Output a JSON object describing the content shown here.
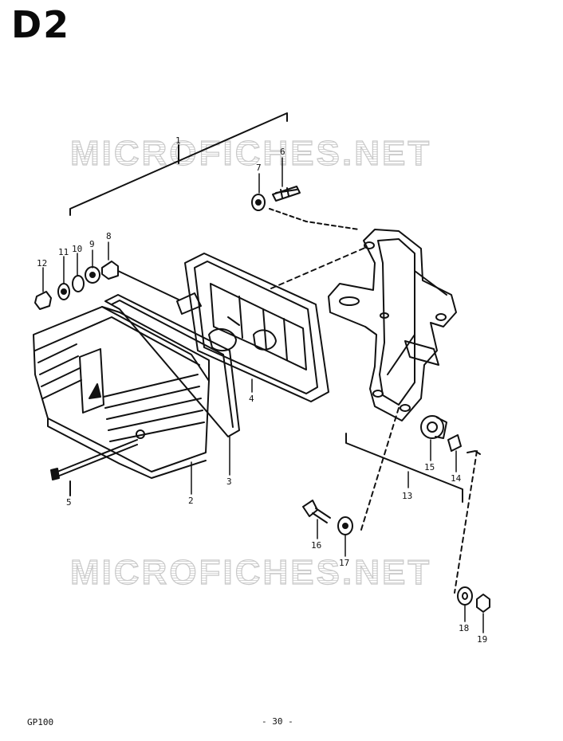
{
  "diagram": {
    "code": "D2",
    "model": "GP100",
    "page_number": "- 30 -",
    "watermark": "MICROFICHES.NET",
    "callouts": {
      "c1": "1",
      "c2": "2",
      "c3": "3",
      "c4": "4",
      "c5": "5",
      "c6": "6",
      "c7": "7",
      "c8": "8",
      "c9": "9",
      "c10": "10",
      "c11": "11",
      "c12": "12",
      "c13": "13",
      "c14": "14",
      "c15": "15",
      "c16": "16",
      "c17": "17",
      "c18": "18",
      "c19": "19"
    },
    "colors": {
      "ink": "#111111",
      "watermark": "#c9c9c9",
      "paper": "#ffffff"
    }
  }
}
